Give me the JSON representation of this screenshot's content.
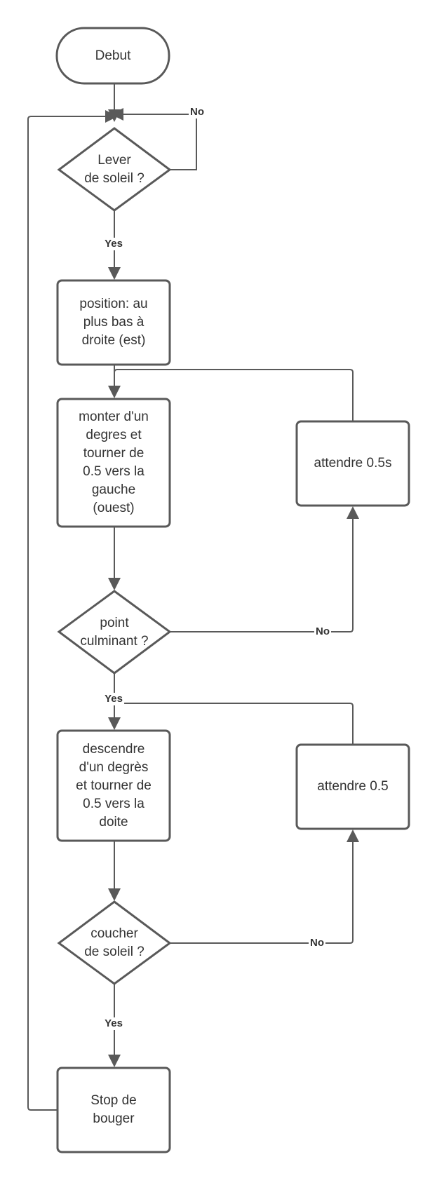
{
  "nodes": {
    "debut": {
      "lines": [
        "Debut"
      ]
    },
    "lever_soleil": {
      "lines": [
        "Lever",
        "de soleil ?"
      ]
    },
    "position": {
      "lines": [
        "position: au",
        "plus bas à",
        "droite (est)"
      ]
    },
    "monter": {
      "lines": [
        "monter d'un",
        "degres et",
        "tourner de",
        "0.5 vers la",
        "gauche",
        "(ouest)"
      ]
    },
    "attendre_1": {
      "lines": [
        "attendre 0.5s"
      ]
    },
    "point_culminant": {
      "lines": [
        "point",
        "culminant ?"
      ]
    },
    "descendre": {
      "lines": [
        "descendre",
        "d'un degrès",
        "et tourner de",
        "0.5 vers la",
        "doite"
      ]
    },
    "attendre_2": {
      "lines": [
        "attendre 0.5"
      ]
    },
    "coucher_soleil": {
      "lines": [
        "coucher",
        "de soleil ?"
      ]
    },
    "stop": {
      "lines": [
        "Stop de",
        "bouger"
      ]
    }
  },
  "edge_labels": {
    "lever_no": "No",
    "lever_yes": "Yes",
    "culminant_no": "No",
    "culminant_yes": "Yes",
    "coucher_no": "No",
    "coucher_yes": "Yes"
  }
}
